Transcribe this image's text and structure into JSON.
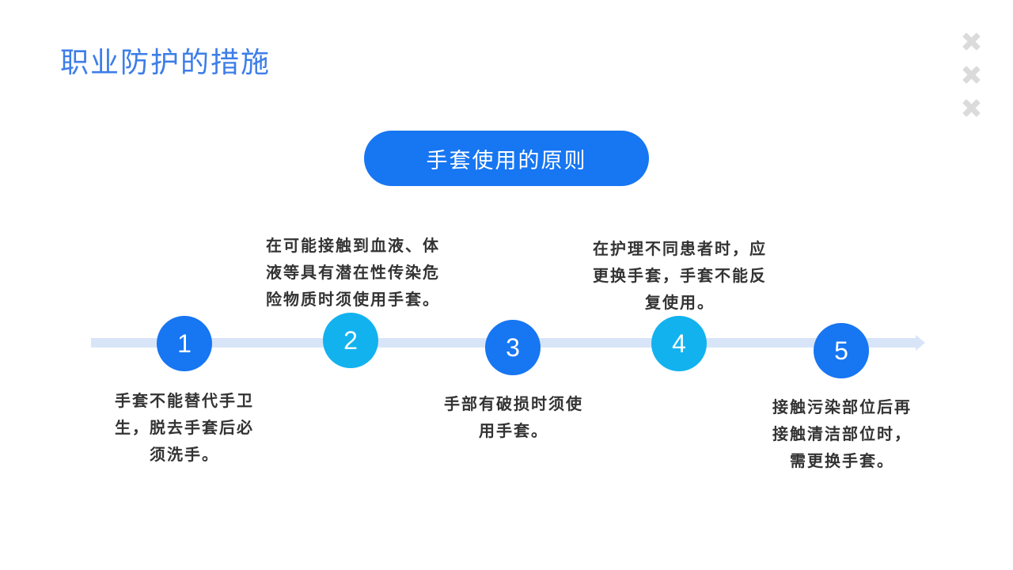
{
  "header": {
    "title": "职业防护的措施"
  },
  "decorations": {
    "icons": [
      "x-mark",
      "x-mark",
      "x-mark"
    ]
  },
  "banner": {
    "label": "手套使用的原则"
  },
  "timeline": {
    "steps": [
      {
        "number": "1",
        "variant": "dark",
        "text_position": "below",
        "text": "手套不能替代手卫\n生，脱去手套后必\n须洗手。"
      },
      {
        "number": "2",
        "variant": "light",
        "text_position": "above",
        "text": "在可能接触到血液、体\n液等具有潜在性传染危\n险物质时须使用手套。"
      },
      {
        "number": "3",
        "variant": "dark",
        "text_position": "below",
        "text": "手部有破损时须使\n用手套。"
      },
      {
        "number": "4",
        "variant": "light",
        "text_position": "above",
        "text": "在护理不同患者时，应\n更换手套，手套不能反\n复使用。"
      },
      {
        "number": "5",
        "variant": "dark",
        "text_position": "below",
        "text": "接触污染部位后再\n接触清洁部位时，\n需更换手套。"
      }
    ]
  },
  "colors": {
    "title_blue": "#3d7ee8",
    "primary_blue": "#1776f2",
    "cyan_blue": "#12b2ef",
    "track_blue": "#d8e5f8",
    "body_text": "#333333",
    "cross_gray": "#dbdbdb"
  }
}
